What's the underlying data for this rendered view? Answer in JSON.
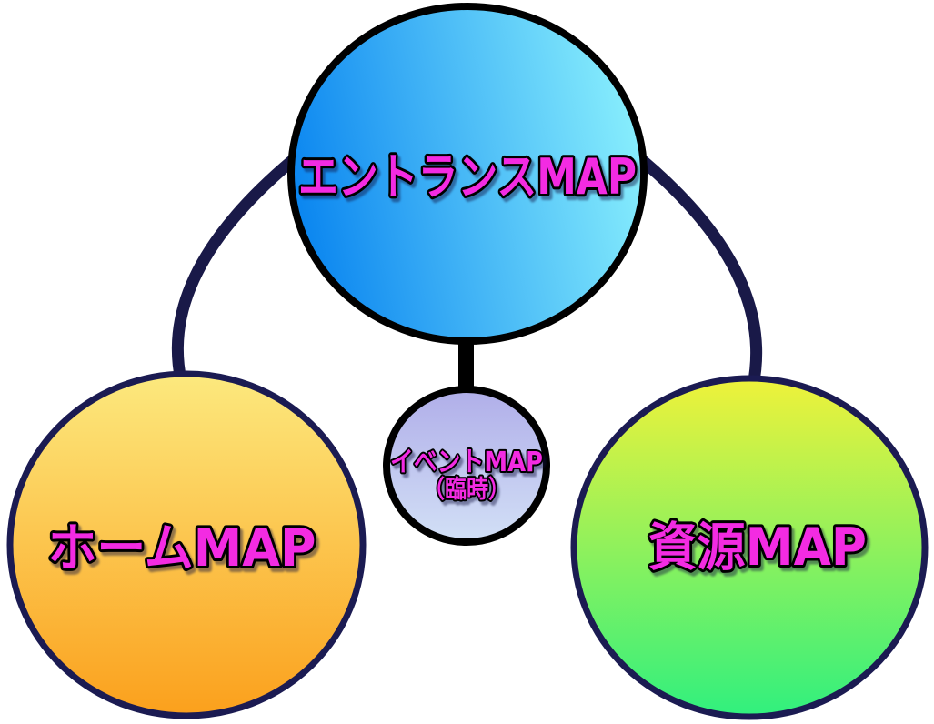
{
  "diagram": {
    "description": "map-structure-diagram",
    "nodes": [
      {
        "id": "entrance-map",
        "label": "エントランスMAP",
        "shape": "circle",
        "gradient": {
          "from": "#0b86f0",
          "to": "#8bf1fd",
          "direction": "left-to-right"
        },
        "border_color": "#000000"
      },
      {
        "id": "home-map",
        "label": "ホームMAP",
        "shape": "circle",
        "gradient": {
          "from": "#fce97e",
          "to": "#fba01c",
          "direction": "top-to-bottom"
        },
        "border_color": "#1b1b52"
      },
      {
        "id": "resource-map",
        "label": "資源MAP",
        "shape": "circle",
        "gradient": {
          "from": "#eff23a",
          "to": "#30f07e",
          "direction": "top-to-bottom"
        },
        "border_color": "#1b1b52"
      },
      {
        "id": "event-map",
        "label": "イベントMAP",
        "label_line2": "（臨時）",
        "shape": "circle",
        "gradient": {
          "from": "#b0aee9",
          "to": "#d2e0f6",
          "direction": "top-to-bottom"
        },
        "border_color": "#000000"
      }
    ],
    "connectors": {
      "arc_color": "#191948",
      "stem_color": "#000000"
    },
    "label_style": {
      "fill": "#f32be2",
      "outline": "#000000"
    }
  }
}
